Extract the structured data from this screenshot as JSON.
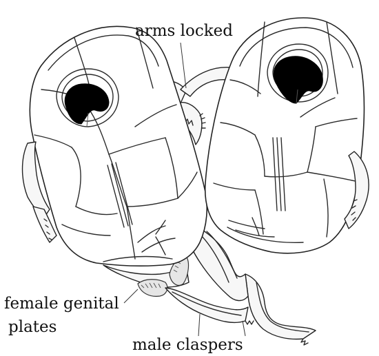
{
  "labels": {
    "arms_locked": "arms locked",
    "female_genital_line1": "female genital",
    "female_genital_line2": "plates",
    "male_claspers": "male claspers"
  },
  "colors": {
    "ink": "#111111",
    "eye": "#000000",
    "shell_fill": "#ffffff",
    "shade": "#e6e6e6"
  }
}
